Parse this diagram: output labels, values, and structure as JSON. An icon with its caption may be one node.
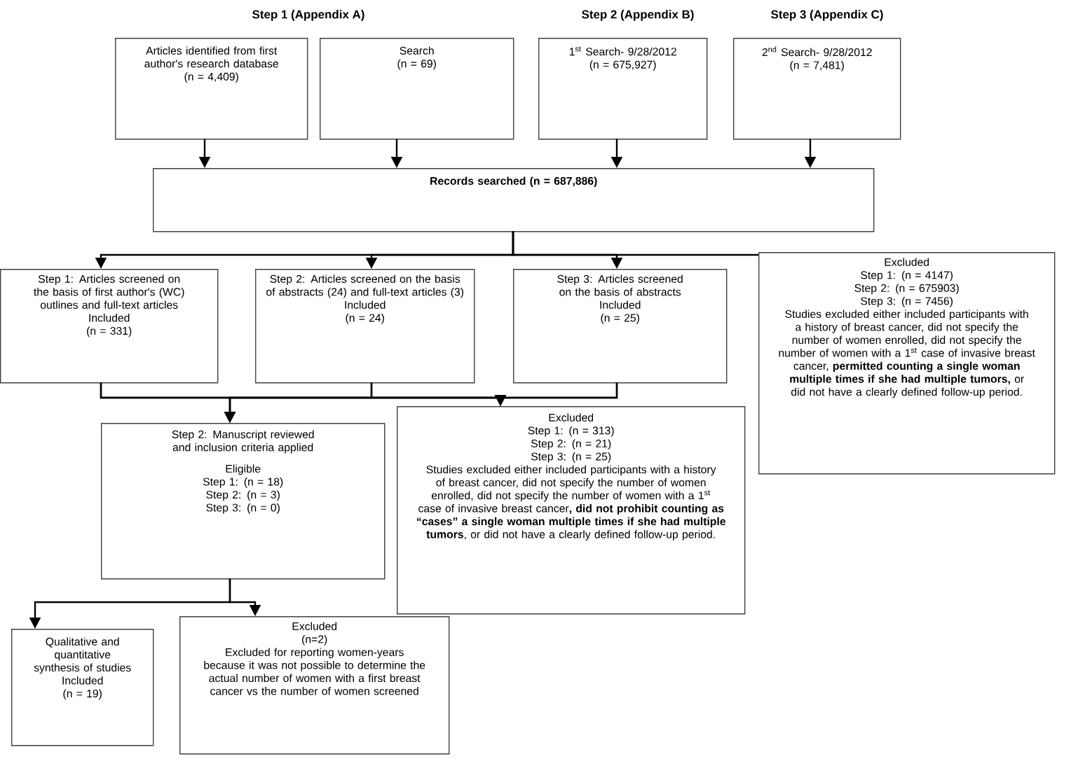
{
  "diagram": {
    "nodes": [
      {
        "text": [
          "Articles identified from first author's research database",
          "(n = 4,409)"
        ]
      },
      {
        "text": [
          "Search",
          "(n = 69)"
        ]
      },
      {
        "text": [
          "1$^{st}$ Search- 9/28/2012",
          "(n =  675,927)"
        ]
      },
      {
        "text": [
          "2$^{nd}$ Search- 9/28/2012",
          "(n =  7,481)"
        ]
      },
      {
        "text": [
          "Records searched (n =  687,886)"
        ]
      },
      {
        "text": [
          "Step 1: Articles screened on the basis of first author's (WC) outlines and full-text articles",
          "Included",
          "(n = 331)"
        ]
      },
      {
        "text": [
          "Step 2: Articles screened on the basis of abstracts (24) and full-text articles (3)",
          "Included",
          "(n = 24)"
        ]
      },
      {
        "text": [
          "Step 3: Articles screened on the basis of abstracts",
          "Included",
          "(n = 25)"
        ]
      },
      {
        "text": [
          "Excluded",
          "Step 1: (n = 4147)",
          "Step 2: (n = 675903)",
          "Step 3: (n = 7456)",
          "Studies excluded either included participants with a history of breast cancer, did not specify the number of women enrolled, did not specify the number of women with a 1$^{st}$ case of invasive breast cancer, **permitted counting a single woman multiple times if she had multiple tumors,** or did not have a clearly defined follow-up period."
        ]
      },
      {
        "text": [
          "Step 2: Manuscript reviewed and inclusion criteria applied",
          "Eligible",
          "Step 1: (n = 18)",
          "Step 2: (n = 3)",
          "Step 3: (n = 0)"
        ]
      },
      {
        "text": [
          "Excluded",
          "Step 1: (n = 313)",
          "Step 2: (n = 21)",
          "Step 3: (n = 25)",
          "Studies excluded either included participants with a history of breast cancer, did not specify the number of women enrolled, did not specify the number of women with a 1$^{st}$ case of invasive breast cancer**, did not prohibit counting as “cases” a single woman multiple times if she had multiple tumors**, or did not have a clearly defined follow-up period."
        ]
      },
      {
        "text": [
          "Qualitative and quantitative synthesis of studies",
          "Included",
          "(n = 19)"
        ]
      },
      {
        "text": [
          "Excluded",
          "(n=2)",
          "Excluded for reporting women-years because it was not possible to determine the actual number of women with a first breast cancer vs the number of women screened"
        ]
      }
    ],
    "edges": [
      {
        "from": 0,
        "to": 4,
        "arrow": "to"
      },
      {
        "from": 1,
        "to": 4,
        "arrow": "to"
      },
      {
        "from": 2,
        "to": 4,
        "arrow": "to"
      },
      {
        "from": 3,
        "to": 4,
        "arrow": "to"
      },
      {
        "from": 4,
        "to": 5,
        "arrow": "to"
      },
      {
        "from": 4,
        "to": 6,
        "arrow": "to"
      },
      {
        "from": 4,
        "to": 7,
        "arrow": "to"
      },
      {
        "from": 4,
        "to": 8,
        "arrow": "none"
      },
      {
        "from": 5,
        "to": 9,
        "arrow": "to"
      },
      {
        "from": 6,
        "to": 9,
        "arrow": "to"
      },
      {
        "from": 7,
        "to": 9,
        "arrow": "to"
      },
      {
        "from": 5,
        "to": 10,
        "arrow": "to"
      },
      {
        "from": 6,
        "to": 10,
        "arrow": "to"
      },
      {
        "from": 7,
        "to": 10,
        "arrow": "to"
      },
      {
        "from": 9,
        "to": 11,
        "arrow": "to"
      },
      {
        "from": 9,
        "to": 12,
        "arrow": "to"
      }
    ],
    "labels": [
      "Step 1 (Appendix A)",
      "Step 2 (Appendix B)",
      "Step 3 (Appendix C)"
    ]
  }
}
